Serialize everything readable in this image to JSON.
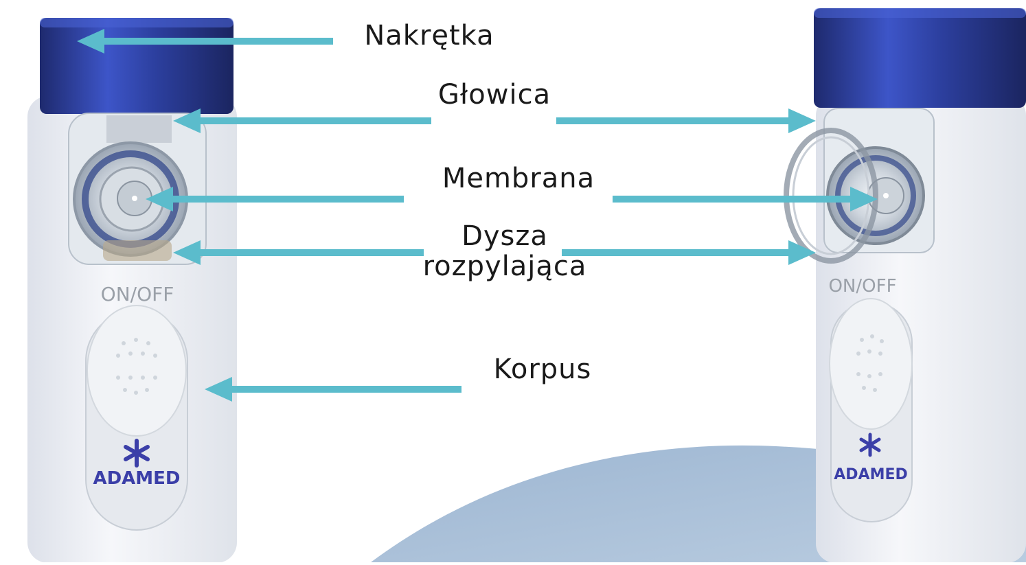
{
  "labels": {
    "cap": "Nakrętka",
    "head": "Głowica",
    "membrane": "Membrana",
    "nozzle_line1": "Dysza",
    "nozzle_line2": "rozpylająca",
    "body": "Korpus"
  },
  "device": {
    "button_text": "ON/OFF",
    "brand": "ADAMED"
  },
  "colors": {
    "arrow": "#5bbccc",
    "cap": "#2a3a8c",
    "body": "#eef0f4",
    "wave": "#a9bfd6",
    "brand": "#3b3fa8"
  }
}
